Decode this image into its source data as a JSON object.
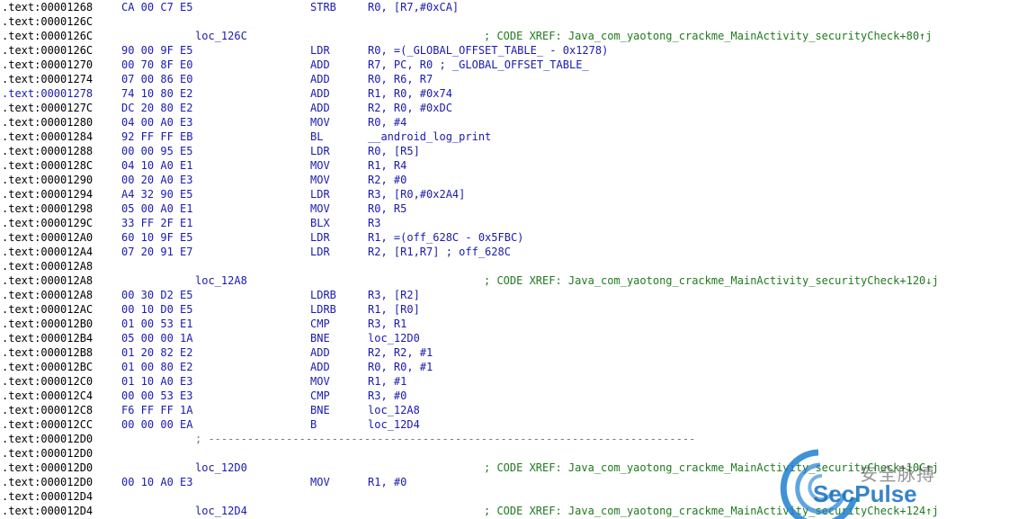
{
  "colors": {
    "background": "#ffffff",
    "address": "#000000",
    "code": "#1a1ab0",
    "comment": "#1f7a1f",
    "separator": "#7a7a7a",
    "watermark_blue": "#1e7fd0"
  },
  "rows": [
    {
      "addr": ".text:00001268",
      "bytes": "CA 00 C7 E5",
      "label": "",
      "mnem": "STRB",
      "ops": "R0, [R7,#0xCA]",
      "cmt": ""
    },
    {
      "addr": ".text:0000126C",
      "bytes": "",
      "label": "",
      "mnem": "",
      "ops": "",
      "cmt": ""
    },
    {
      "addr": ".text:0000126C",
      "bytes": "",
      "label": "loc_126C",
      "mnem": "",
      "ops": "",
      "cmt": "; CODE XREF: Java_com_yaotong_crackme_MainActivity_securityCheck+80↑j"
    },
    {
      "addr": ".text:0000126C",
      "bytes": "90 00 9F E5",
      "label": "",
      "mnem": "LDR",
      "ops": "R0, =(_GLOBAL_OFFSET_TABLE_ - 0x1278)",
      "cmt": ""
    },
    {
      "addr": ".text:00001270",
      "bytes": "00 70 8F E0",
      "label": "",
      "mnem": "ADD",
      "ops": "R7, PC, R0 ; _GLOBAL_OFFSET_TABLE_",
      "cmt": ""
    },
    {
      "addr": ".text:00001274",
      "bytes": "07 00 86 E0",
      "label": "",
      "mnem": "ADD",
      "ops": "R0, R6, R7",
      "cmt": ""
    },
    {
      "addr": ".text:00001278",
      "bytes": "74 10 80 E2",
      "label": "",
      "mnem": "ADD",
      "ops": "R1, R0, #0x74",
      "cmt": "",
      "selected": true
    },
    {
      "addr": ".text:0000127C",
      "bytes": "DC 20 80 E2",
      "label": "",
      "mnem": "ADD",
      "ops": "R2, R0, #0xDC",
      "cmt": ""
    },
    {
      "addr": ".text:00001280",
      "bytes": "04 00 A0 E3",
      "label": "",
      "mnem": "MOV",
      "ops": "R0, #4",
      "cmt": ""
    },
    {
      "addr": ".text:00001284",
      "bytes": "92 FF FF EB",
      "label": "",
      "mnem": "BL",
      "ops": "__android_log_print",
      "cmt": ""
    },
    {
      "addr": ".text:00001288",
      "bytes": "00 00 95 E5",
      "label": "",
      "mnem": "LDR",
      "ops": "R0, [R5]",
      "cmt": ""
    },
    {
      "addr": ".text:0000128C",
      "bytes": "04 10 A0 E1",
      "label": "",
      "mnem": "MOV",
      "ops": "R1, R4",
      "cmt": ""
    },
    {
      "addr": ".text:00001290",
      "bytes": "00 20 A0 E3",
      "label": "",
      "mnem": "MOV",
      "ops": "R2, #0",
      "cmt": ""
    },
    {
      "addr": ".text:00001294",
      "bytes": "A4 32 90 E5",
      "label": "",
      "mnem": "LDR",
      "ops": "R3, [R0,#0x2A4]",
      "cmt": ""
    },
    {
      "addr": ".text:00001298",
      "bytes": "05 00 A0 E1",
      "label": "",
      "mnem": "MOV",
      "ops": "R0, R5",
      "cmt": ""
    },
    {
      "addr": ".text:0000129C",
      "bytes": "33 FF 2F E1",
      "label": "",
      "mnem": "BLX",
      "ops": "R3",
      "cmt": ""
    },
    {
      "addr": ".text:000012A0",
      "bytes": "60 10 9F E5",
      "label": "",
      "mnem": "LDR",
      "ops": "R1, =(off_628C - 0x5FBC)",
      "cmt": ""
    },
    {
      "addr": ".text:000012A4",
      "bytes": "07 20 91 E7",
      "label": "",
      "mnem": "LDR",
      "ops": "R2, [R1,R7] ; off_628C",
      "cmt": ""
    },
    {
      "addr": ".text:000012A8",
      "bytes": "",
      "label": "",
      "mnem": "",
      "ops": "",
      "cmt": ""
    },
    {
      "addr": ".text:000012A8",
      "bytes": "",
      "label": "loc_12A8",
      "mnem": "",
      "ops": "",
      "cmt": "; CODE XREF: Java_com_yaotong_crackme_MainActivity_securityCheck+120↓j"
    },
    {
      "addr": ".text:000012A8",
      "bytes": "00 30 D2 E5",
      "label": "",
      "mnem": "LDRB",
      "ops": "R3, [R2]",
      "cmt": ""
    },
    {
      "addr": ".text:000012AC",
      "bytes": "00 10 D0 E5",
      "label": "",
      "mnem": "LDRB",
      "ops": "R1, [R0]",
      "cmt": ""
    },
    {
      "addr": ".text:000012B0",
      "bytes": "01 00 53 E1",
      "label": "",
      "mnem": "CMP",
      "ops": "R3, R1",
      "cmt": ""
    },
    {
      "addr": ".text:000012B4",
      "bytes": "05 00 00 1A",
      "label": "",
      "mnem": "BNE",
      "ops": "loc_12D0",
      "cmt": ""
    },
    {
      "addr": ".text:000012B8",
      "bytes": "01 20 82 E2",
      "label": "",
      "mnem": "ADD",
      "ops": "R2, R2, #1",
      "cmt": ""
    },
    {
      "addr": ".text:000012BC",
      "bytes": "01 00 80 E2",
      "label": "",
      "mnem": "ADD",
      "ops": "R0, R0, #1",
      "cmt": ""
    },
    {
      "addr": ".text:000012C0",
      "bytes": "01 10 A0 E3",
      "label": "",
      "mnem": "MOV",
      "ops": "R1, #1",
      "cmt": ""
    },
    {
      "addr": ".text:000012C4",
      "bytes": "00 00 53 E3",
      "label": "",
      "mnem": "CMP",
      "ops": "R3, #0",
      "cmt": ""
    },
    {
      "addr": ".text:000012C8",
      "bytes": "F6 FF FF 1A",
      "label": "",
      "mnem": "BNE",
      "ops": "loc_12A8",
      "cmt": ""
    },
    {
      "addr": ".text:000012CC",
      "bytes": "00 00 00 EA",
      "label": "",
      "mnem": "B",
      "ops": "loc_12D4",
      "cmt": ""
    },
    {
      "addr": ".text:000012D0",
      "bytes": "",
      "label": "",
      "mnem": "",
      "ops": "",
      "cmt": "",
      "separator": "; ---------------------------------------------------------------------------"
    },
    {
      "addr": ".text:000012D0",
      "bytes": "",
      "label": "",
      "mnem": "",
      "ops": "",
      "cmt": ""
    },
    {
      "addr": ".text:000012D0",
      "bytes": "",
      "label": "loc_12D0",
      "mnem": "",
      "ops": "",
      "cmt": "; CODE XREF: Java_com_yaotong_crackme_MainActivity_securityCheck+10C↑j"
    },
    {
      "addr": ".text:000012D0",
      "bytes": "00 10 A0 E3",
      "label": "",
      "mnem": "MOV",
      "ops": "R1, #0",
      "cmt": ""
    },
    {
      "addr": ".text:000012D4",
      "bytes": "",
      "label": "",
      "mnem": "",
      "ops": "",
      "cmt": ""
    },
    {
      "addr": ".text:000012D4",
      "bytes": "",
      "label": "loc_12D4",
      "mnem": "",
      "ops": "",
      "cmt": "; CODE XREF: Java_com_yaotong_crackme_MainActivity_securityCheck+124↑j"
    }
  ],
  "watermark": {
    "chinese": "安全脉搏",
    "english": "SecPulse"
  }
}
